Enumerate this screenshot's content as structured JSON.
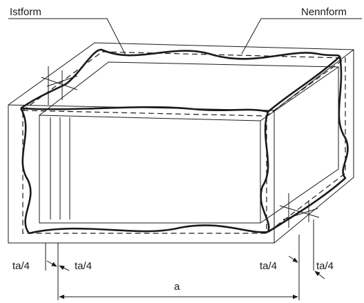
{
  "labels": {
    "actual_form": "Istform",
    "nominal_form": "Nennform",
    "tolerance_quarter_1": "ta/4",
    "tolerance_quarter_2": "ta/4",
    "tolerance_quarter_3": "ta/4",
    "tolerance_quarter_4": "ta/4",
    "dimension": "a"
  },
  "colors": {
    "line": "#1a1a1a",
    "background": "#ffffff"
  }
}
